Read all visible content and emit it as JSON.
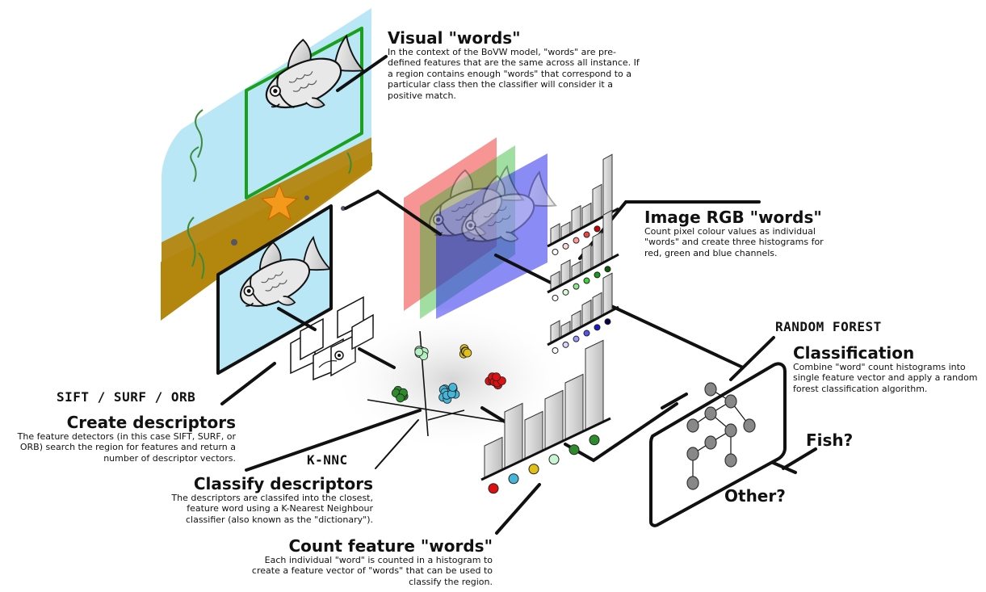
{
  "visual_words": {
    "title": "Visual \"words\"",
    "text": "In the context of the BoVW model, \"words\" are pre-defined features that are the same across all instance. If a region contains enough \"words\" that correspond to a particular class then the classifier will consider it a positive match."
  },
  "rgb_words": {
    "title": "Image RGB \"words\"",
    "text": "Count pixel colour values as individual \"words\" and create three histograms for red, green and blue channels."
  },
  "random_forest": {
    "tag": "RANDOM FOREST",
    "title": "Classification",
    "text": "Combine \"word\" count histograms into single feature vector and apply a random forest classification algorithm."
  },
  "sift": {
    "tag": "SIFT / SURF / ORB",
    "title": "Create descriptors",
    "text": "The feature detectors (in this case SIFT, SURF, or ORB) search the region for features and return a number of descriptor vectors."
  },
  "knn": {
    "tag": "K-NNC",
    "title": "Classify descriptors",
    "text": "The descriptors are classifed into the closest, feature word using a K-Nearest Neighbour classifier (also known as the \"dictionary\")."
  },
  "count": {
    "title": "Count feature \"words\"",
    "text": "Each individual \"word\" is counted in a histogram to create a feature vector of \"words\" that can be used to classify the region."
  },
  "outputs": {
    "fish": "Fish?",
    "other": "Other?"
  },
  "colors": {
    "scene_water": "#b9e7f6",
    "scene_sand": "#b3860f",
    "outline": "#111111",
    "green_frame": "#1aa01a",
    "red": "#ee1111",
    "green": "#2fb52f",
    "blue": "#2b2bee",
    "cyan_cluster": "#45b6d8",
    "yellow_cluster": "#e0c015",
    "light_green_cluster": "#b5f0c0",
    "dark_green_cluster": "#2c8c2c",
    "red_cluster": "#dd1111"
  }
}
